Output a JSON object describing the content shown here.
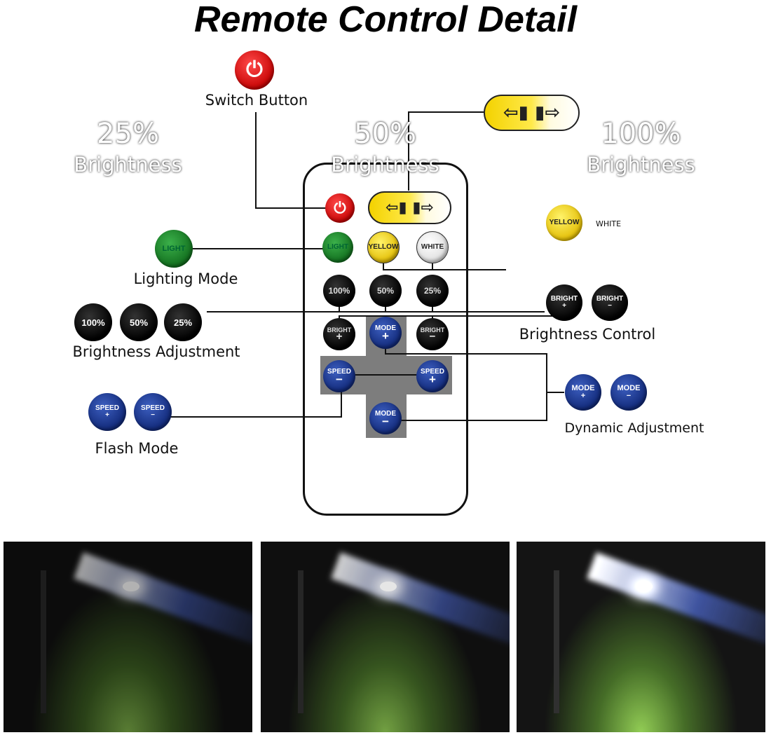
{
  "title": "Remote Control Detail",
  "labels": {
    "switch": "Switch Button",
    "lighting_mode": "Lighting Mode",
    "brightness_adjustment": "Brightness Adjustment",
    "brightness_control": "Brightness Control",
    "dynamic_adjustment": "Dynamic Adjustment",
    "flash_mode": "Flash Mode"
  },
  "buttons": {
    "light": "LIGHT",
    "yellow": "YELLOW",
    "white": "WHITE",
    "p100": "100%",
    "p50": "50%",
    "p25": "25%",
    "bright": "BRIGHT",
    "mode": "MODE",
    "speed": "SPEED",
    "plus": "+",
    "minus": "−",
    "color_arrows": "⇦▮ ▮⇨"
  },
  "photos": [
    {
      "percent": "25%",
      "caption": "Brightness"
    },
    {
      "percent": "50%",
      "caption": "Brightness"
    },
    {
      "percent": "100%",
      "caption": "Brightness"
    }
  ],
  "colors": {
    "red": "#d40000",
    "green": "#1e8a2b",
    "yellow": "#f3d200",
    "blue": "#1a3a9a"
  }
}
